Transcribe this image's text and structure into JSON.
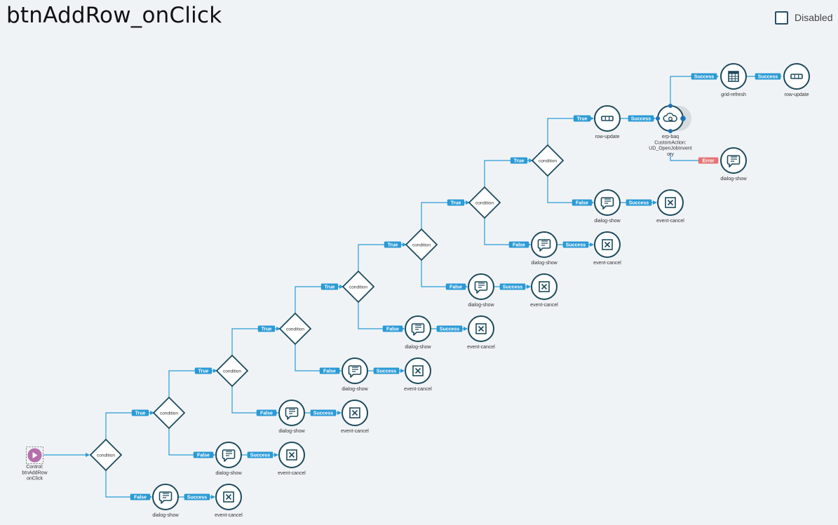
{
  "title": "btnAddRow_onClick",
  "disabled_label": "Disabled",
  "colors": {
    "accent": "#2a9ad6",
    "node_border": "#1d4a5c",
    "error": "#e57373",
    "trigger": "#b56faa"
  },
  "trigger": {
    "label_lines": [
      "Control:",
      "btnAddRow",
      "onClick"
    ]
  },
  "edge_labels": {
    "true": "True",
    "false": "False",
    "success": "Success",
    "error": "Error"
  },
  "node_labels": {
    "condition": "condition",
    "dialog_show": "dialog-show",
    "event_cancel": "event-cancel",
    "row_update": "row-update",
    "grid_refresh": "grid-refresh",
    "erp_baq": [
      "erp-baq",
      "CustomAction:",
      "UD_OpenJobInvent",
      "ory"
    ]
  },
  "condition_levels": 8
}
